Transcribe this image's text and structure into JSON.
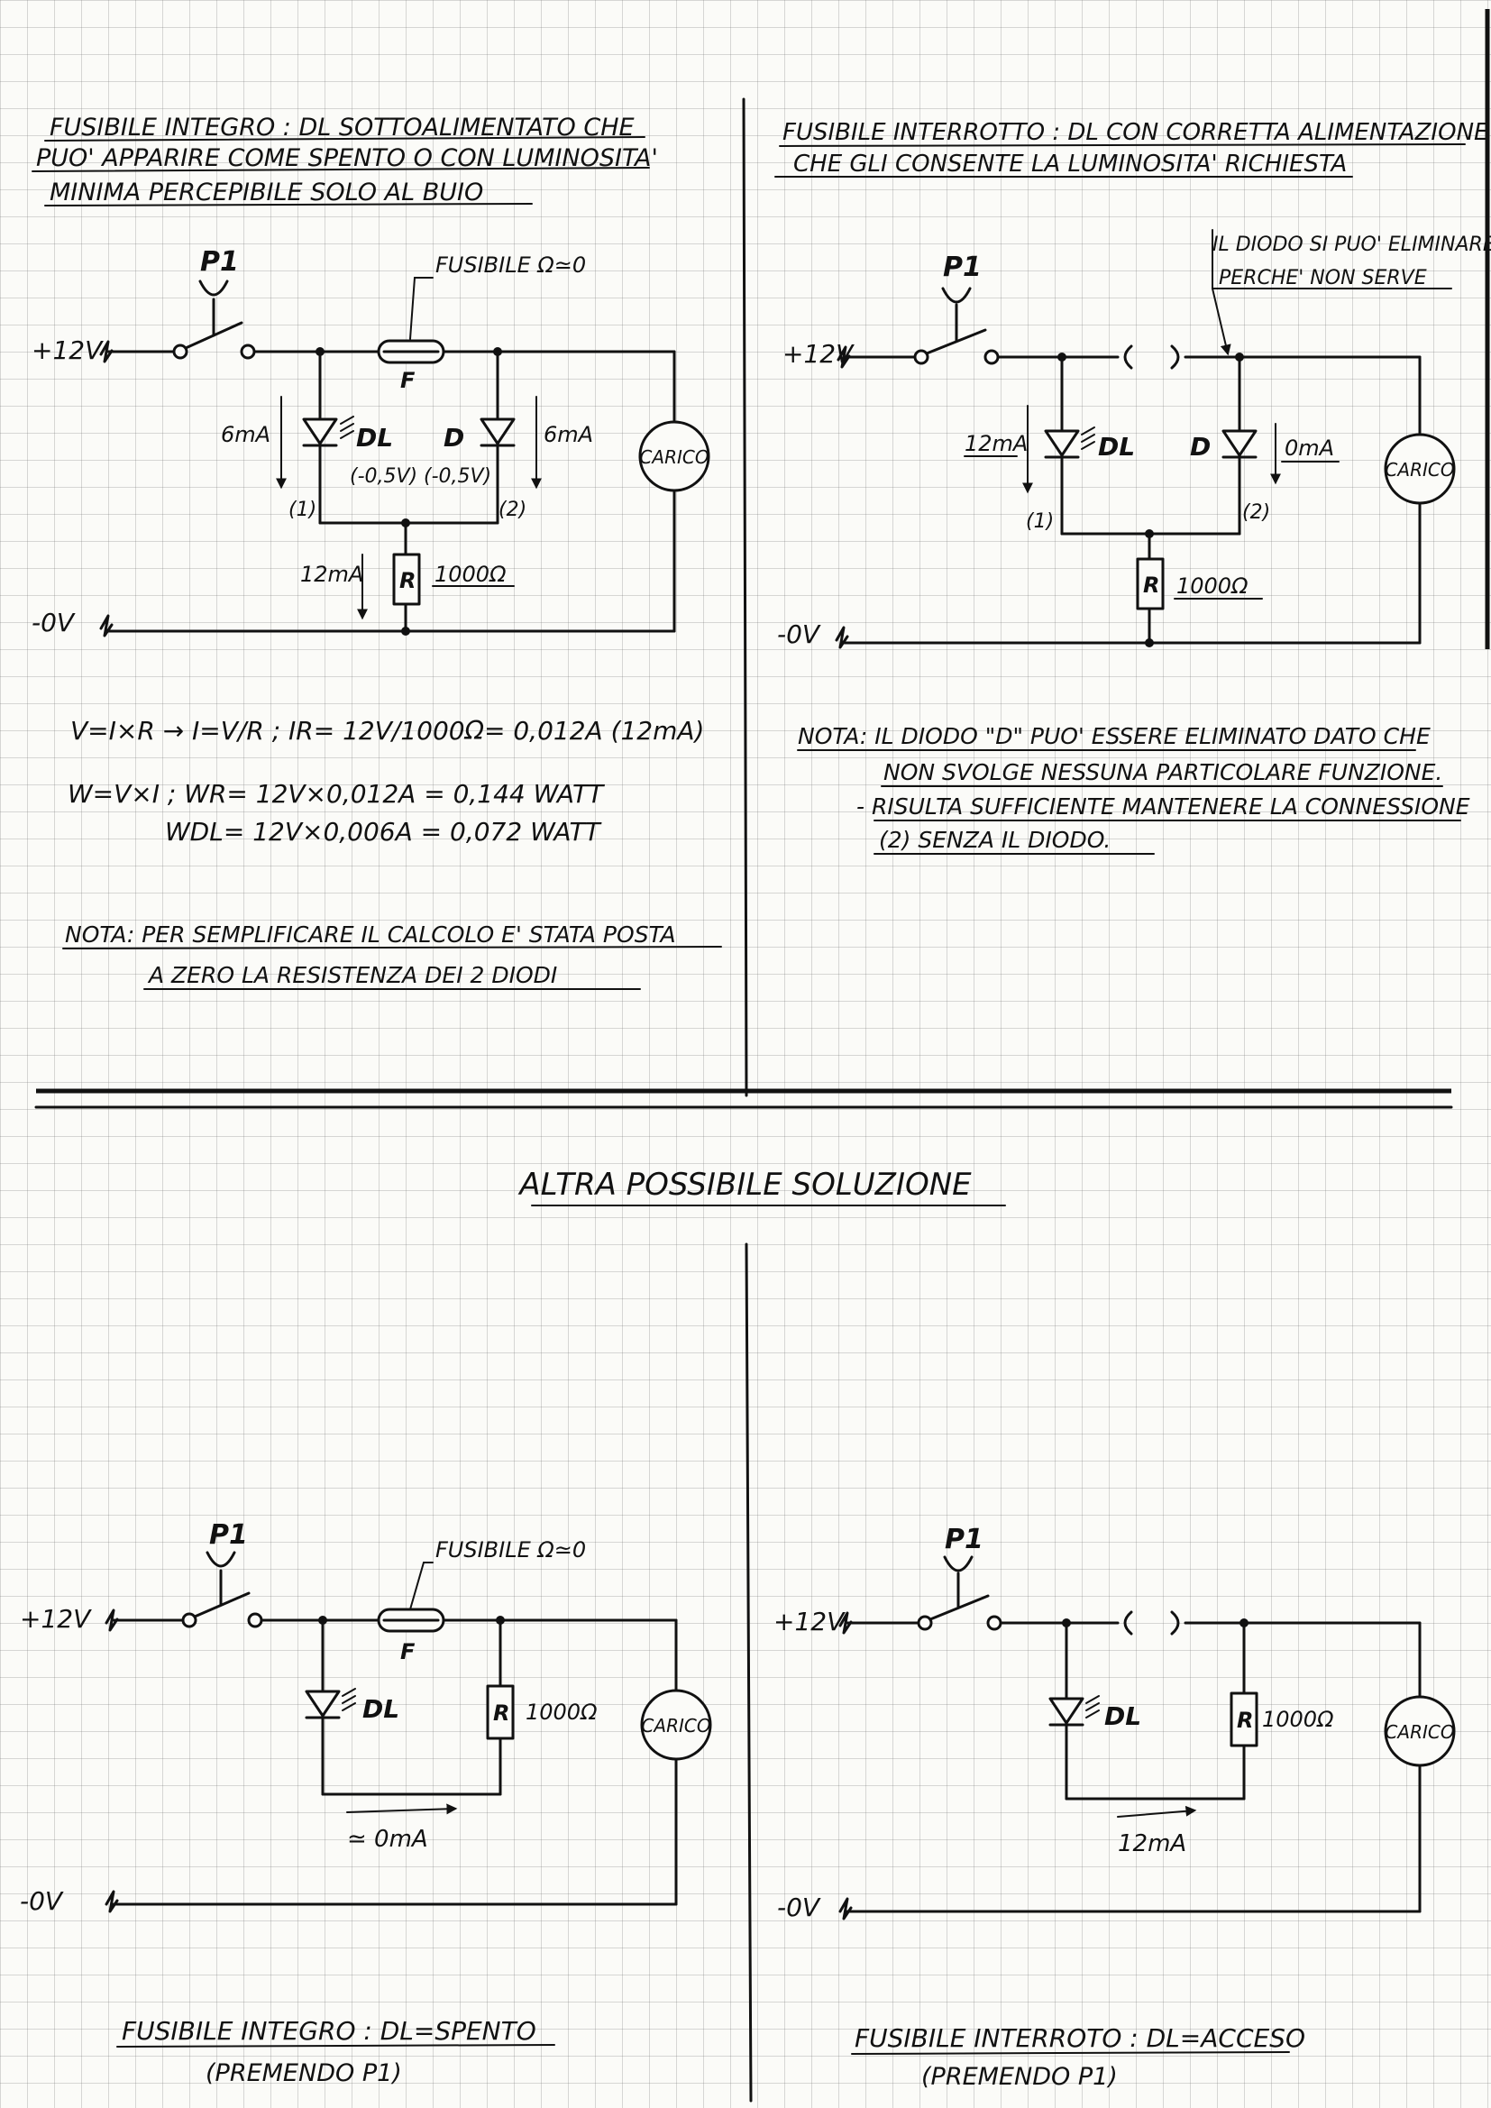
{
  "q1": {
    "title": [
      "FUSIBILE INTEGRO : DL SOTTOALIMENTATO CHE",
      "PUO' APPARIRE COME SPENTO O CON LUMINOSITA'",
      "MINIMA PERCEPIBILE SOLO AL BUIO"
    ],
    "p1": "P1",
    "supply_pos": "+12V",
    "supply_neg": "-0V",
    "fuse_label": "FUSIBILE Ω≃0",
    "fuse_letter": "F",
    "i_dl": "6mA",
    "i_d": "6mA",
    "dl_label": "DL",
    "d_label": "D",
    "v_dl": "(-0,5V)",
    "v_d": "(-0,5V)",
    "branch1": "(1)",
    "branch2": "(2)",
    "i_r": "12mA",
    "r_letter": "R",
    "r_value": "1000Ω",
    "load": "CARICO",
    "formulas": [
      "V=I×R → I=V/R ; IR= 12V/1000Ω= 0,012A (12mA)",
      "W=V×I ; WR= 12V×0,012A = 0,144 WATT",
      "WDL= 12V×0,006A = 0,072 WATT"
    ],
    "note": [
      "NOTA: PER SEMPLIFICARE IL CALCOLO E' STATA POSTA",
      "A ZERO LA RESISTENZA DEI 2 DIODI"
    ]
  },
  "q2": {
    "title": [
      "FUSIBILE INTERROTTO : DL CON CORRETTA ALIMENTAZIONE",
      "CHE GLI CONSENTE LA LUMINOSITA' RICHIESTA"
    ],
    "annotation": [
      "IL DIODO SI PUO' ELIMINARE",
      "PERCHE' NON SERVE"
    ],
    "p1": "P1",
    "supply_pos": "+12V",
    "supply_neg": "-0V",
    "i_dl": "12mA",
    "dl_label": "DL",
    "d_label": "D",
    "i_d": "0mA",
    "branch1": "(1)",
    "branch2": "(2)",
    "r_letter": "R",
    "r_value": "1000Ω",
    "load": "CARICO",
    "note": [
      "NOTA: IL DIODO \"D\" PUO' ESSERE ELIMINATO DATO CHE",
      "NON SVOLGE NESSUNA PARTICOLARE FUNZIONE.",
      "- RISULTA SUFFICIENTE MANTENERE LA CONNESSIONE",
      "(2) SENZA IL DIODO."
    ]
  },
  "mid_title": "ALTRA POSSIBILE SOLUZIONE",
  "q3": {
    "p1": "P1",
    "supply_pos": "+12V",
    "supply_neg": "-0V",
    "fuse_label": "FUSIBILE Ω≃0",
    "fuse_letter": "F",
    "dl_label": "DL",
    "r_letter": "R",
    "r_value": "1000Ω",
    "load": "CARICO",
    "current": "≃ 0mA",
    "caption": [
      "FUSIBILE INTEGRO : DL=SPENTO",
      "(PREMENDO P1)"
    ]
  },
  "q4": {
    "p1": "P1",
    "supply_pos": "+12V",
    "supply_neg": "-0V",
    "dl_label": "DL",
    "r_letter": "R",
    "r_value": "1000Ω",
    "load": "CARICO",
    "current": "12mA",
    "caption": [
      "FUSIBILE INTERROTO : DL=ACCESO",
      "(PREMENDO P1)"
    ]
  }
}
